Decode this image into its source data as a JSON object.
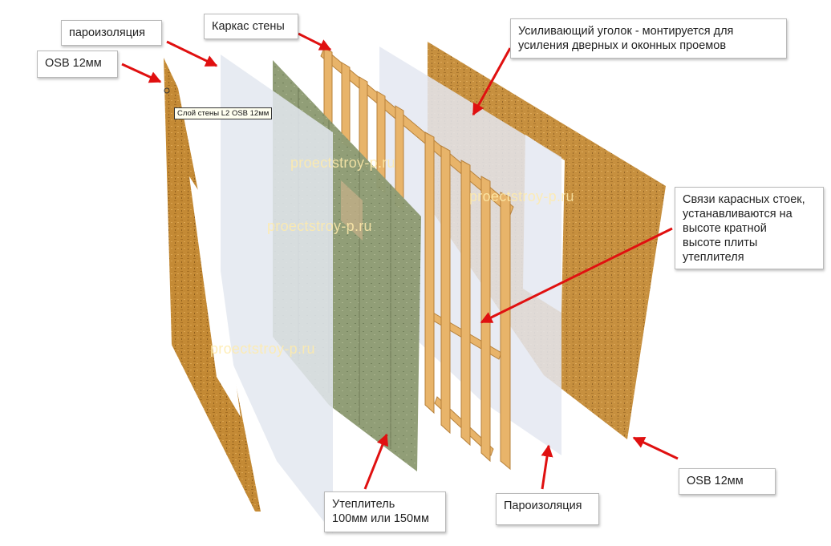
{
  "labels": {
    "osb_left": "OSB 12мм",
    "vapor_top": "пароизоляция",
    "frame": "Каркас стены",
    "corner": "Усиливающий уголок - монтируется для\nусиления дверных и оконных проемов",
    "ties": "Связи карасных стоек,\nустанавливаются на\nвысоте кратной\nвысоте плиты\nутеплителя",
    "osb_right": "OSB 12мм",
    "insulation": "Утеплитель\n100мм или 150мм",
    "vapor_bottom": "Пароизоляция"
  },
  "tooltip": "Слой стены L2 OSB 12мм",
  "watermark": "proectstroy-p.ru",
  "colors": {
    "osb": "#c8903a",
    "osb_dark": "#9c6a22",
    "membrane": "#e3e7f0",
    "insulation": "#8d9a72",
    "timber": "#e8b46a",
    "arrow": "#e01010"
  }
}
